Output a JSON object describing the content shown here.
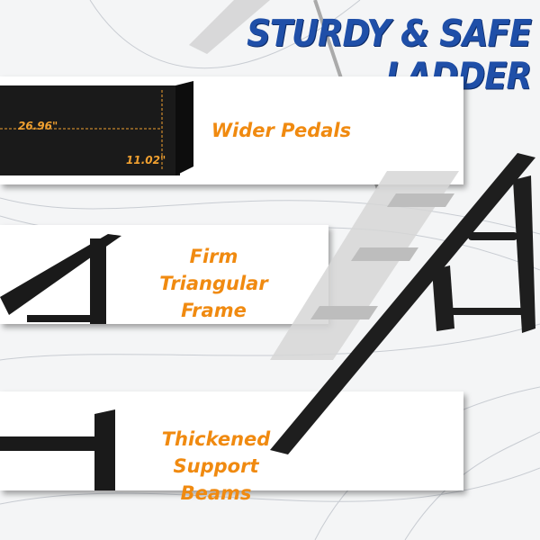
{
  "title": "STURDY & SAFE LADDER",
  "features": [
    {
      "label": "Wider Pedals"
    },
    {
      "label_line1": "Firm",
      "label_line2": "Triangular Frame"
    },
    {
      "label_line1": "Thickened",
      "label_line2": "Support Beams"
    }
  ],
  "dimensions": {
    "width": "26.96\"",
    "depth": "11.02\""
  },
  "colors": {
    "title": "#1f4fa8",
    "accent": "#f08a10",
    "ladder": "#1e1e1e"
  }
}
